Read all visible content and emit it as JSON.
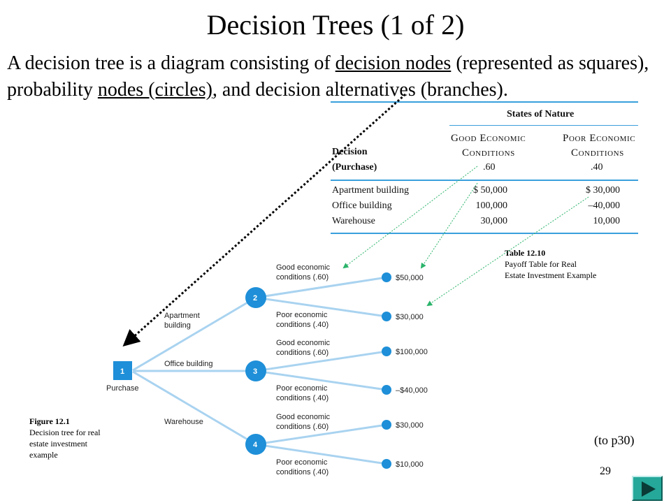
{
  "slide": {
    "title": "Decision Trees (1 of 2)",
    "intro": {
      "p1": "A decision tree is a diagram consisting of ",
      "u1": "decision nodes",
      "p2": " (represented as squares), probability ",
      "u2": "nodes (circles)",
      "p3": ", and decision alternatives (branches)."
    },
    "to_next": "(to p30)",
    "page_number": "29"
  },
  "table": {
    "header_group": "States of Nature",
    "col1_line1": "Good Economic",
    "col1_line2": "Conditions",
    "col1_prob": ".60",
    "col2_line1": "Poor Economic",
    "col2_line2": "Conditions",
    "col2_prob": ".40",
    "row_header_line1": "Decision",
    "row_header_line2": "(Purchase)",
    "rows": [
      {
        "label": "Apartment building",
        "good": "$ 50,000",
        "poor": "$ 30,000"
      },
      {
        "label": "Office building",
        "good": "100,000",
        "poor": "–40,000"
      },
      {
        "label": "Warehouse",
        "good": "30,000",
        "poor": "10,000"
      }
    ],
    "caption_title": "Table 12.10",
    "caption_line1": "Payoff Table for Real",
    "caption_line2": "Estate Investment Example"
  },
  "tree": {
    "decision_node": {
      "id": "1",
      "label": "Purchase"
    },
    "branches": [
      {
        "label_lines": [
          "Apartment",
          "building"
        ]
      },
      {
        "label_lines": [
          "Office building"
        ]
      },
      {
        "label_lines": [
          "Warehouse"
        ]
      }
    ],
    "chance_nodes": [
      {
        "id": "2"
      },
      {
        "id": "3"
      },
      {
        "id": "4"
      }
    ],
    "outcome_labels": [
      [
        "Good economic",
        "conditions (.60)"
      ],
      [
        "Poor economic",
        "conditions (.40)"
      ],
      [
        "Good economic",
        "conditions (.60)"
      ],
      [
        "Poor economic",
        "conditions (.40)"
      ],
      [
        "Good economic",
        "conditions (.60)"
      ],
      [
        "Poor economic",
        "conditions (.40)"
      ]
    ],
    "payoffs": [
      "$50,000",
      "$30,000",
      "$100,000",
      "–$40,000",
      "$30,000",
      "$10,000"
    ],
    "caption_title": "Figure 12.1",
    "caption_line1": "Decision tree for real",
    "caption_line2": "estate investment",
    "caption_line3": "example"
  },
  "colors": {
    "branch": "#a9d3f0",
    "node": "#1e8fd8",
    "table_rule": "#3aa0dc",
    "arrow_black": "#000000",
    "arrow_green": "#2ab36a",
    "nav_button": "#25a89a"
  },
  "icons": {
    "next": "play-triangle-icon"
  }
}
